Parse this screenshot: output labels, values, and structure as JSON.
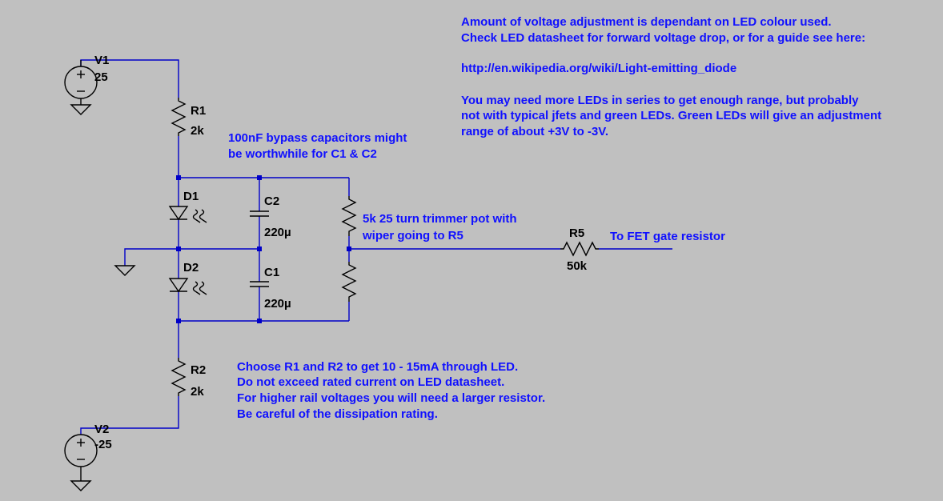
{
  "components": {
    "v1": {
      "name": "V1",
      "value": "25"
    },
    "v2": {
      "name": "V2",
      "value": "-25"
    },
    "r1": {
      "name": "R1",
      "value": "2k"
    },
    "r2": {
      "name": "R2",
      "value": "2k"
    },
    "r5": {
      "name": "R5",
      "value": "50k"
    },
    "d1": {
      "name": "D1"
    },
    "d2": {
      "name": "D2"
    },
    "c1": {
      "name": "C1",
      "value": "220µ"
    },
    "c2": {
      "name": "C2",
      "value": "220µ"
    }
  },
  "notes": {
    "top_right": [
      "Amount of voltage adjustment is dependant on LED colour used.",
      "Check LED datasheet for forward voltage drop, or for a guide see here:",
      "",
      "http://en.wikipedia.org/wiki/Light-emitting_diode",
      "",
      "You may need more LEDs in series to get enough range, but probably",
      "not with typical jfets and green LEDs. Green LEDs will give an adjustment",
      "range of about +3V to -3V."
    ],
    "bypass": [
      "100nF bypass capacitors might",
      "be worthwhile for C1 & C2"
    ],
    "pot": [
      "5k 25 turn trimmer pot with",
      "wiper going to R5"
    ],
    "output": "To FET gate resistor",
    "bottom": [
      "Choose R1 and R2 to get 10 - 15mA through LED.",
      "Do not exceed rated current on LED datasheet.",
      "For higher rail voltages you will need a larger resistor.",
      "Be careful of the dissipation rating."
    ]
  }
}
